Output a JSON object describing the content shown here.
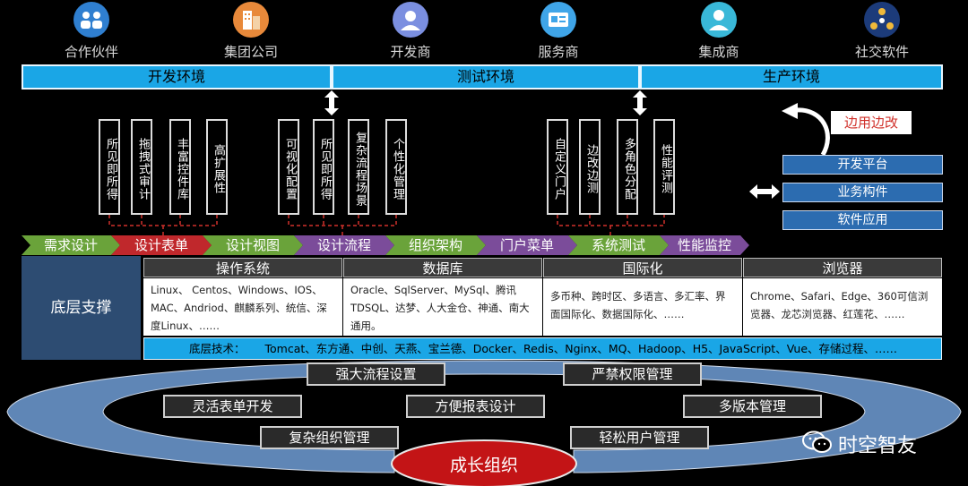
{
  "top_icons": [
    {
      "label": "合作伙伴",
      "icon": "partners-icon",
      "color": "#2f7fd0"
    },
    {
      "label": "集团公司",
      "icon": "building-icon",
      "color": "#e8893a"
    },
    {
      "label": "开发商",
      "icon": "developer-icon",
      "color": "#7b8fe0"
    },
    {
      "label": "服务商",
      "icon": "service-card-icon",
      "color": "#3fa5e8"
    },
    {
      "label": "集成商",
      "icon": "integrator-icon",
      "color": "#39b8d8"
    },
    {
      "label": "社交软件",
      "icon": "social-icon",
      "color": "#1c3b7a"
    }
  ],
  "environments": [
    "开发环境",
    "测试环境",
    "生产环境"
  ],
  "features": [
    "所见即所得",
    "拖拽式审计",
    "丰富控件库",
    "高扩展性",
    "可视化配置",
    "所见即所得",
    "复杂流程场景",
    "个性化管理",
    "自定义门户",
    "边改边测",
    "多角色分配",
    "性能评测"
  ],
  "right_panel": {
    "tag": "边用边改",
    "items": [
      "开发平台",
      "业务构件",
      "软件应用"
    ]
  },
  "process_steps": [
    {
      "label": "需求设计",
      "color": "#6aa33a"
    },
    {
      "label": "设计表单",
      "color": "#c0282c"
    },
    {
      "label": "设计视图",
      "color": "#6aa33a"
    },
    {
      "label": "设计流程",
      "color": "#7b4c9a"
    },
    {
      "label": "组织架构",
      "color": "#6aa33a"
    },
    {
      "label": "门户菜单",
      "color": "#7b4c9a"
    },
    {
      "label": "系统测试",
      "color": "#6aa33a"
    },
    {
      "label": "性能监控",
      "color": "#7b4c9a"
    }
  ],
  "foundation": {
    "title": "底层支撑",
    "columns": [
      {
        "head": "操作系统",
        "body": "Linux、 Centos、Windows、IOS、MAC、Andriod、麒麟系列、统信、深度Linux、……"
      },
      {
        "head": "数据库",
        "body": "Oracle、SqlServer、MySql、腾讯TDSQL、达梦、人大金仓、神通、南大通用。"
      },
      {
        "head": "国际化",
        "body": "多币种、跨时区、多语言、多汇率、界面国际化、数据国际化、……"
      },
      {
        "head": "浏览器",
        "body": "Chrome、Safari、Edge、360可信浏览器、龙芯浏览器、红莲花、……"
      }
    ],
    "tech_label": "底层技术：",
    "tech_list": "Tomcat、东方通、中创、天燕、宝兰德、Docker、Redis、Nginx、MQ、Hadoop、H5、JavaScript、Vue、存储过程、……"
  },
  "capabilities": [
    "强大流程设置",
    "严禁权限管理",
    "灵活表单开发",
    "方便报表设计",
    "多版本管理",
    "复杂组织管理",
    "轻松用户管理"
  ],
  "core": "成长组织",
  "watermark": "时空智友"
}
